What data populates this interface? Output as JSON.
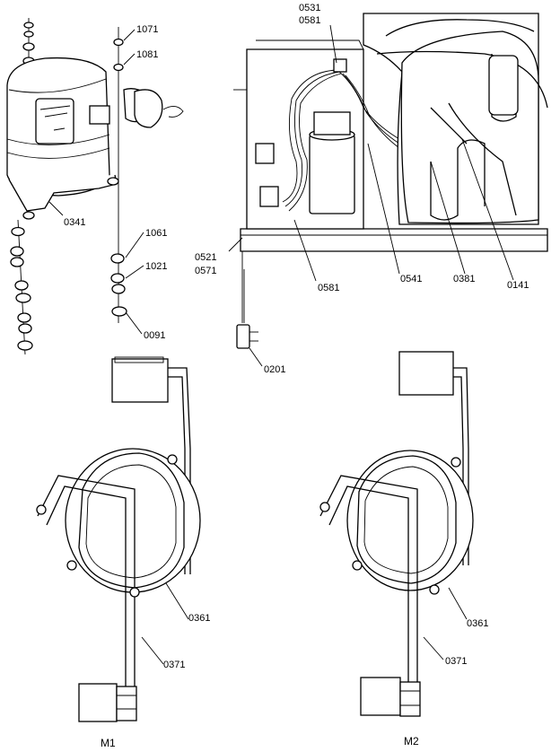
{
  "labels": {
    "l1071": "1071",
    "l1081": "1081",
    "l0341": "0341",
    "l1061": "1061",
    "l1021": "1021",
    "l0091": "0091",
    "l0531": "0531",
    "l0581a": "0581",
    "l0521": "0521",
    "l0571": "0571",
    "l0581b": "0581",
    "l0541": "0541",
    "l0381": "0381",
    "l0141": "0141",
    "l0201": "0201",
    "l0361a": "0361",
    "l0371a": "0371",
    "l0361b": "0361",
    "l0371b": "0371"
  },
  "captions": {
    "m1": "M1",
    "m2": "M2"
  }
}
